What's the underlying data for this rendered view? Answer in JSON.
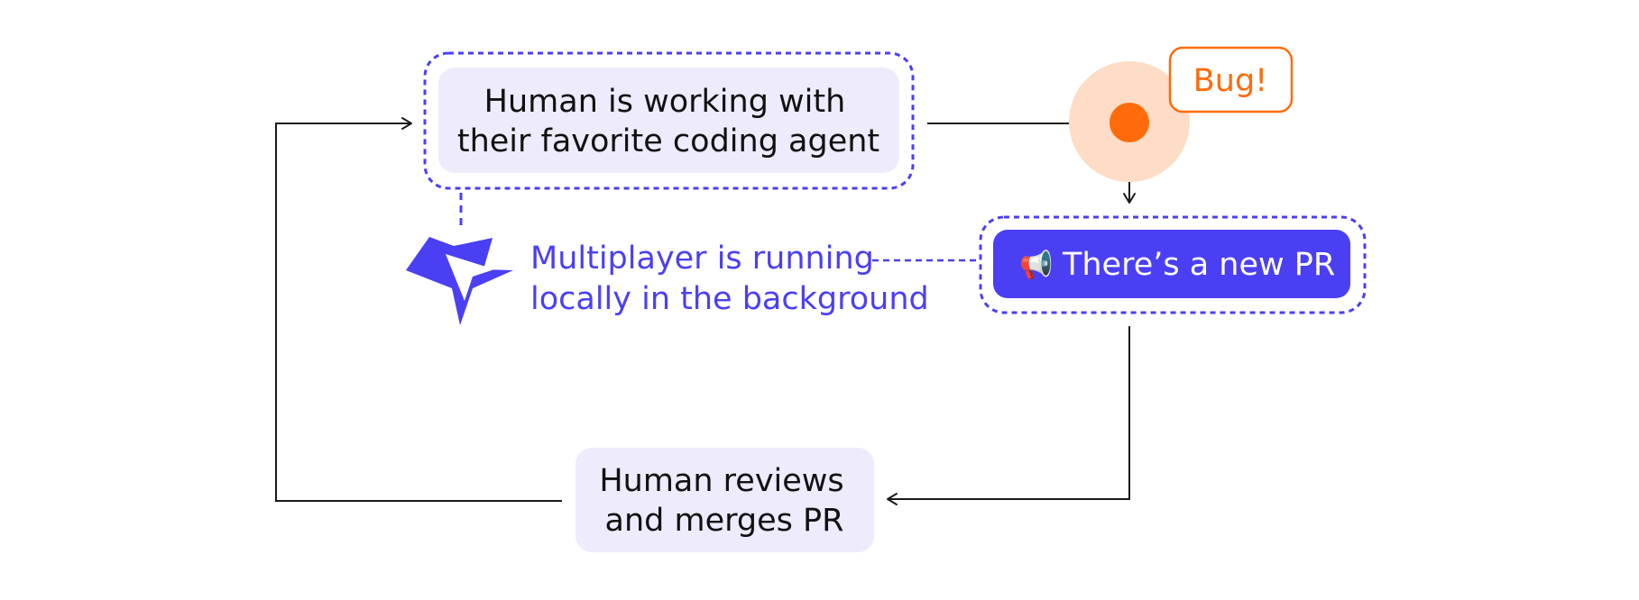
{
  "nodes": {
    "human_working": {
      "line1": "Human is working with",
      "line2": "their favorite coding agent"
    },
    "bug": {
      "label": "Bug!"
    },
    "multiplayer": {
      "line1": "Multiplayer is running",
      "line2": "locally in the background"
    },
    "new_pr": {
      "icon": "📢",
      "label": "There’s a new PR"
    },
    "human_reviews": {
      "line1": "Human reviews",
      "line2": "and merges PR"
    }
  },
  "icons": {
    "logo": "multiplayer-star-logo-icon",
    "bug_marker": "bug-dot-icon",
    "announcement": "megaphone-icon"
  },
  "colors": {
    "accent_purple": "#4B3FF4",
    "light_purple_fill": "#EDEBFC",
    "bug_orange": "#FF6B0A",
    "bug_halo": "#FEDCC5",
    "line_black": "#1A1A1A",
    "text_black": "#111111",
    "white": "#FFFFFF"
  }
}
